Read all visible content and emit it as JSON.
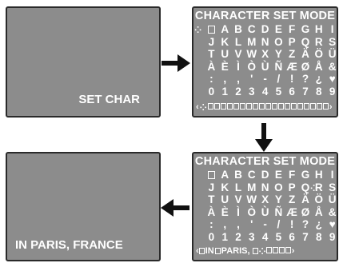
{
  "panels": {
    "top_left": {
      "label": "SET CHAR"
    },
    "bottom_left": {
      "label": "IN PARIS, FRANCE"
    },
    "top_right": {
      "title": "CHARACTER SET MODE",
      "bar_text": "‹",
      "bar_end": "›"
    },
    "bottom_right": {
      "title": "CHARACTER SET MODE",
      "bar_prefix": "‹",
      "bar_text_1": "IN",
      "bar_text_2": "PARIS,",
      "bar_end": "›"
    }
  },
  "charset": [
    [
      "□",
      "A",
      "B",
      "C",
      "D",
      "E",
      "F",
      "G",
      "H",
      "I"
    ],
    [
      "J",
      "K",
      "L",
      "M",
      "N",
      "O",
      "P",
      "Q",
      "R",
      "S"
    ],
    [
      "T",
      "U",
      "V",
      "W",
      "X",
      "Y",
      "Z",
      "Ä",
      "Ö",
      "Ü"
    ],
    [
      "À",
      "È",
      "Ì",
      "Ò",
      "Ù",
      "Ñ",
      "Æ",
      "Ø",
      "Å",
      "&"
    ],
    [
      ":",
      ",",
      ",",
      "'",
      "-",
      "/",
      "!",
      "?",
      "¿",
      "♥"
    ],
    [
      "0",
      "1",
      "2",
      "3",
      "4",
      "5",
      "6",
      "7",
      "8",
      "9"
    ]
  ],
  "colors": {
    "screen": "#8c8c8c",
    "text": "#ffffff",
    "arrow": "#111111"
  }
}
